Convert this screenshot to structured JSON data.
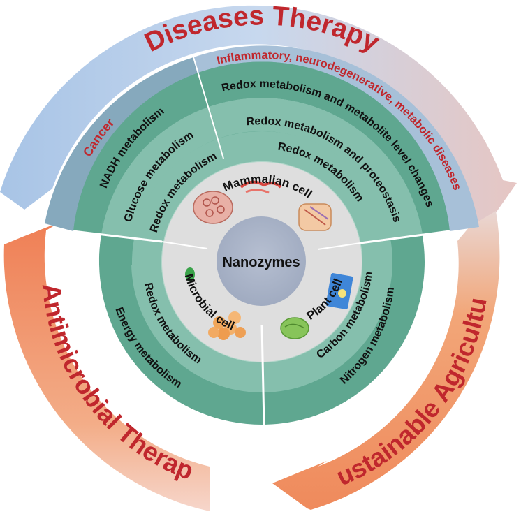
{
  "center": {
    "label": "Nanozymes"
  },
  "outer_arrows": {
    "diseases": "Diseases Therapy",
    "agriculture": "Sustainable Agriculture",
    "antimicrobial": "Antimicrobial Therapy"
  },
  "mammalian": {
    "cell": "Mammalian cell",
    "cancer_header": "Cancer",
    "inflam_header": "Inflammatory, neurodegenerative, metabolic diseases",
    "cancer_rings": [
      "NADH metabolism",
      "Glucose metabolism",
      "Redox metabolism"
    ],
    "inflam_rings": [
      "Redox metabolism and metabolite level changes",
      "Redox metabolism and proteostasis",
      "Redox metabolism"
    ]
  },
  "microbial": {
    "cell": "Microbial cell",
    "rings": [
      "Energy metabolism",
      "Redox metabolism"
    ]
  },
  "plant": {
    "cell": "Plant cell",
    "rings": [
      "Nitrogen metabolism",
      "Carbon metabolism"
    ]
  },
  "colors": {
    "disease_text": "#c0272d",
    "cancer_band": "#7fa6bb",
    "teal_dark": "#5da58e",
    "teal_mid": "#86bfae",
    "teal_light": "#aed5c8",
    "inner_disc": "#dcdcdc",
    "core": "#a9b3c6",
    "blue_arrow": "#b9cde7",
    "orange_arrow": "#ef9a6c"
  }
}
